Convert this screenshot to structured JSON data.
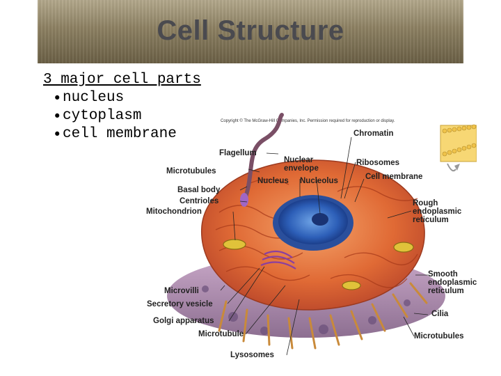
{
  "slide": {
    "title": "Cell Structure",
    "heading": "3 major cell parts",
    "bullets": [
      "nucleus",
      "cytoplasm",
      "cell membrane"
    ]
  },
  "diagram": {
    "copyright": "Copyright © The McGraw-Hill Companies, Inc. Permission required for reproduction or display.",
    "labels": {
      "chromatin": "Chromatin",
      "flagellum": "Flagellum",
      "nuclear_envelope_1": "Nuclear",
      "nuclear_envelope_2": "envelope",
      "ribosomes": "Ribosomes",
      "microtubules_top": "Microtubules",
      "cell_membrane": "Cell membrane",
      "nucleus": "Nucleus",
      "nucleolus": "Nucleolus",
      "basal_body": "Basal body",
      "centrioles": "Centrioles",
      "rough_er_1": "Rough",
      "rough_er_2": "endoplasmic",
      "rough_er_3": "reticulum",
      "mitochondrion": "Mitochondrion",
      "smooth_er_1": "Smooth",
      "smooth_er_2": "endoplasmic",
      "smooth_er_3": "reticulum",
      "microvilli": "Microvilli",
      "secretory_vesicle": "Secretory vesicle",
      "cilia": "Cilia",
      "golgi": "Golgi apparatus",
      "microtubule": "Microtubule",
      "microtubules_bottom": "Microtubules",
      "lysosomes": "Lysosomes"
    }
  }
}
